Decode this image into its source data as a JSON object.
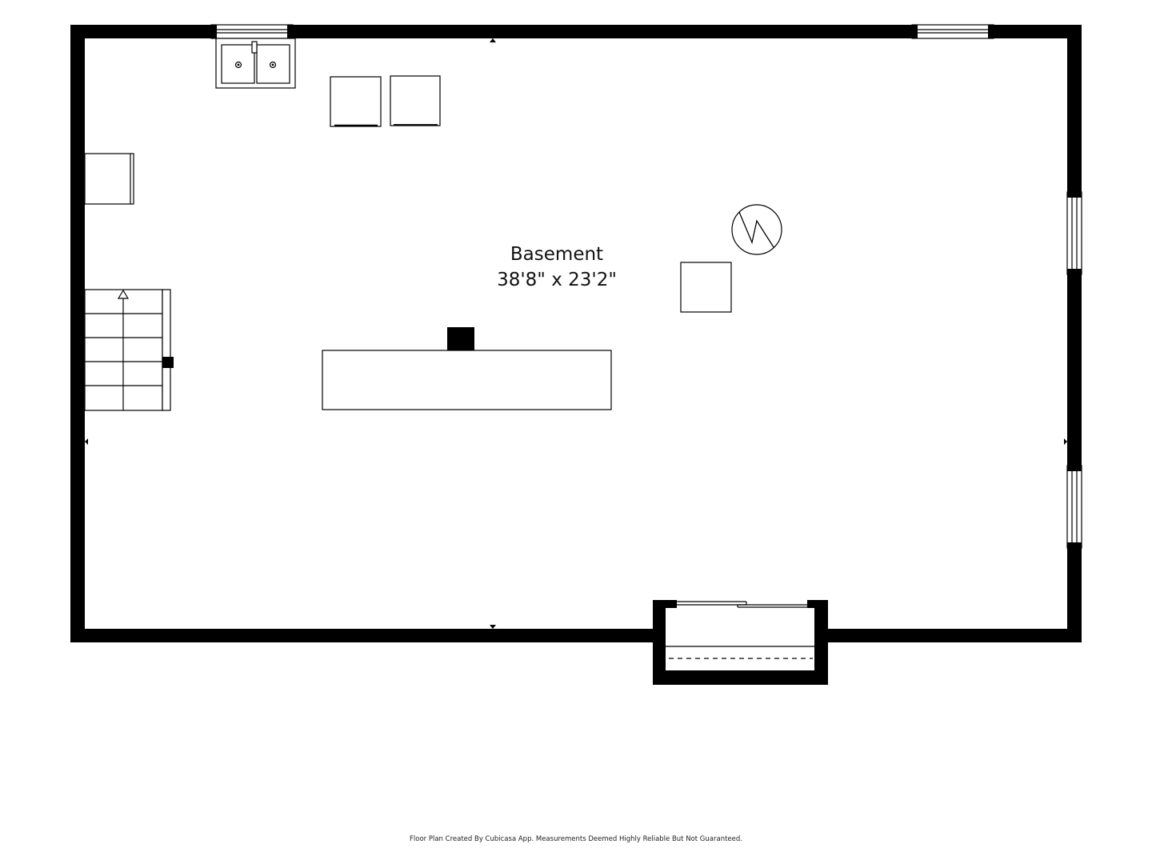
{
  "room": {
    "name": "Basement",
    "dimensions": "38'8\" x 23'2\""
  },
  "footer": {
    "text": "Floor Plan Created By Cubicasa App. Measurements Deemed Highly Reliable But Not Guaranteed."
  },
  "colors": {
    "wall": "#000000",
    "background": "#ffffff"
  },
  "icons": [
    "double-sink-icon",
    "water-heater-icon",
    "stairs-up-arrow-icon",
    "dimension-marker-icon"
  ]
}
